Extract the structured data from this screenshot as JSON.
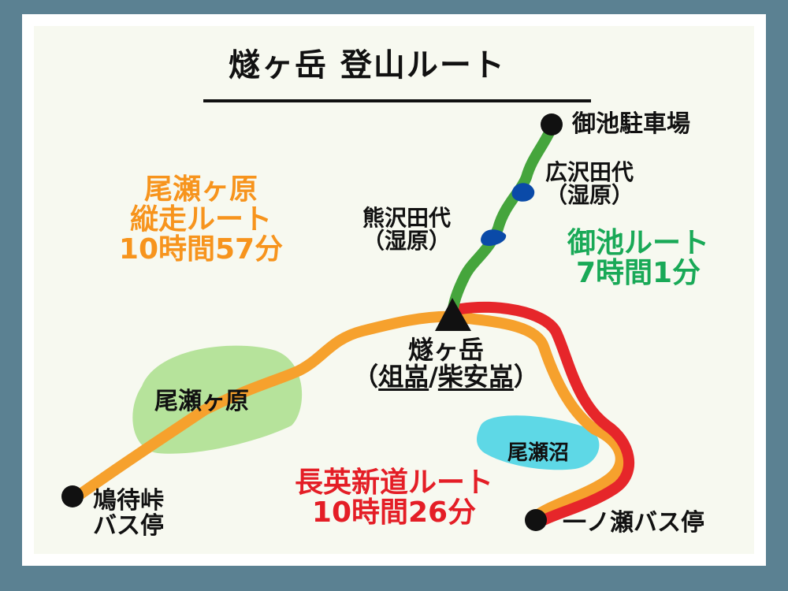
{
  "title": "燧ヶ岳 登山ルート",
  "colors": {
    "orange_route": "#f6a12d",
    "red_route": "#e6262a",
    "green_route": "#45a53c",
    "marsh": "#b6e39b",
    "pond": "#5ed8e6",
    "wetland": "#0a4aa8",
    "border": "#5b8192"
  },
  "summit": {
    "name": "燧ヶ岳",
    "sub_open": "（",
    "peak1": "俎嵓",
    "sep": "/",
    "peak2": "柴安嵓",
    "sub_close": "）",
    "icon": "triangle-summit-icon"
  },
  "places": {
    "mi_ike_parking": "御池駐車場",
    "hirosawa_1": "広沢田代",
    "hirosawa_2": "（湿原）",
    "kumazawa_1": "熊沢田代",
    "kumazawa_2": "（湿原）",
    "oze_gahara": "尾瀬ヶ原",
    "ozenuma": "尾瀬沼",
    "hatomachi_1": "鳩待峠",
    "hatomachi_2": "バス停",
    "ichinose": "一ノ瀬バス停"
  },
  "routes": {
    "ozegahara": {
      "line1": "尾瀬ヶ原",
      "line2": "縦走ルート",
      "line3": "10時間57分",
      "color": "#f7941d"
    },
    "miike": {
      "line1": "御池ルート",
      "line2": "7時間1分",
      "color": "#19a957"
    },
    "choei": {
      "line1": "長英新道ルート",
      "line2": "10時間26分",
      "color": "#e41e26"
    }
  }
}
